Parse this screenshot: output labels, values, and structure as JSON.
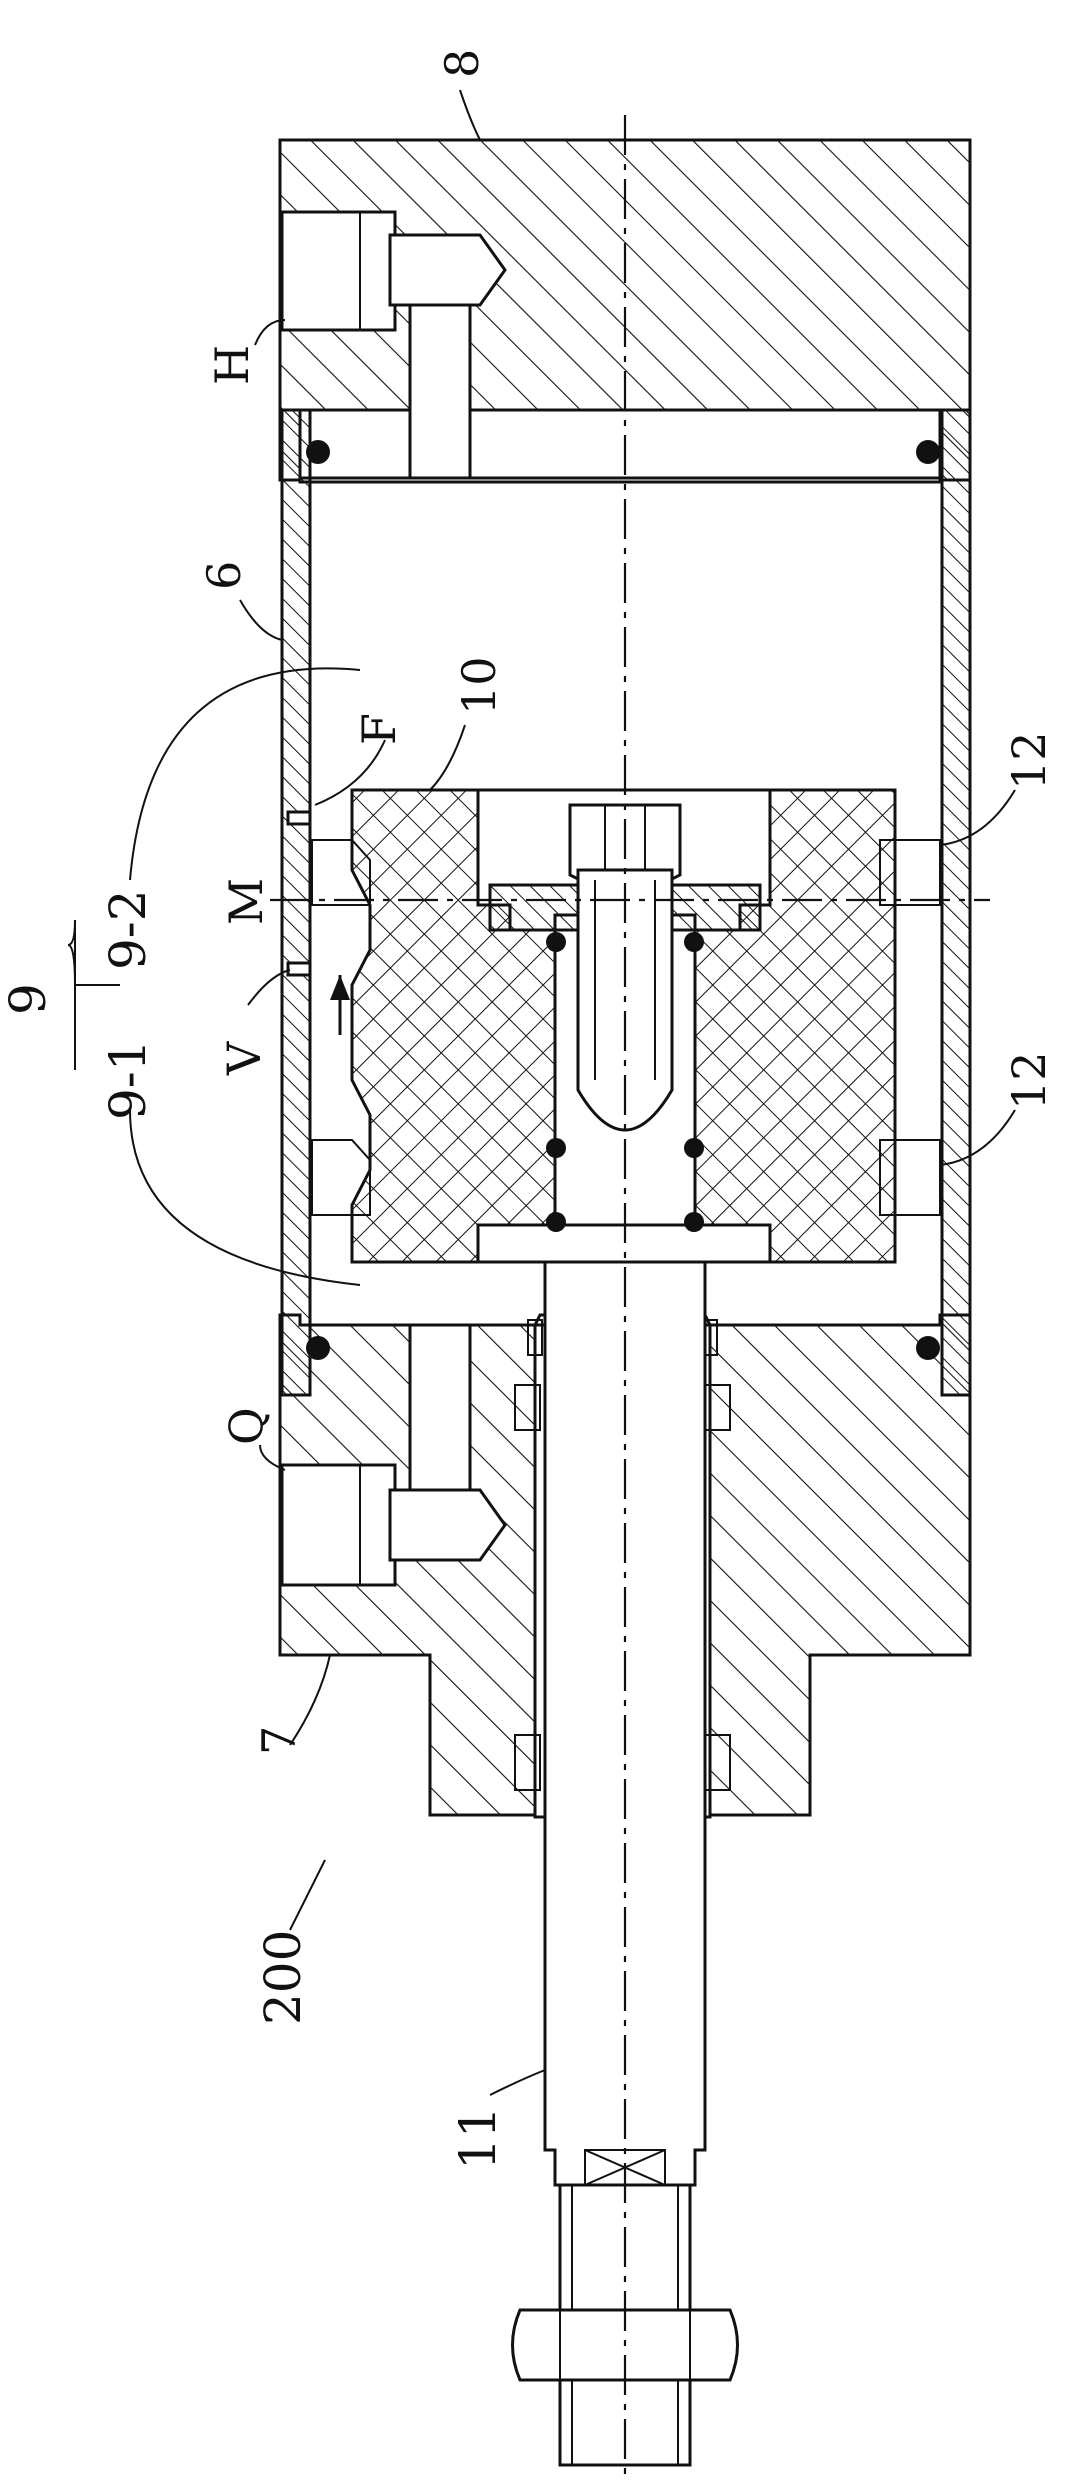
{
  "figure": {
    "reference_number": "200",
    "labels": {
      "cap_rear": "8",
      "port_h": "H",
      "barrel": "6",
      "piston": "10",
      "flow": "F",
      "seal_top": "12",
      "seal_bottom": "12",
      "section_m": "M",
      "piston_group": "9",
      "part_9_2": "9-2",
      "part_9_1": "9-1",
      "valve": "V",
      "port_q": "Q",
      "cap_front": "7",
      "rod": "11"
    }
  },
  "colors": {
    "line": "#111111",
    "background": "#ffffff"
  }
}
